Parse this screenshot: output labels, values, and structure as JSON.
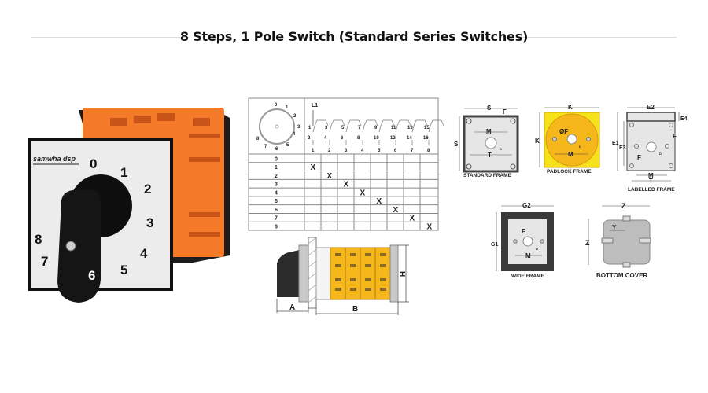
{
  "title": "8 Steps, 1 Pole Switch (Standard Series Switches)",
  "switch_photo": {
    "brand": "samwha dsp",
    "dial_numbers": [
      "0",
      "1",
      "2",
      "3",
      "4",
      "5",
      "6",
      "7",
      "8"
    ]
  },
  "contact_diagram": {
    "line_label": "L1",
    "dial_positions": [
      "0",
      "1",
      "2",
      "3",
      "4",
      "5",
      "6",
      "7",
      "8"
    ],
    "contacts_top": [
      "1",
      "3",
      "5",
      "7",
      "9",
      "11",
      "13",
      "15"
    ],
    "contacts_bottom": [
      "2",
      "4",
      "6",
      "8",
      "10",
      "12",
      "14",
      "16"
    ],
    "column_numbers": [
      "1",
      "2",
      "3",
      "4",
      "5",
      "6",
      "7",
      "8"
    ],
    "row_labels": [
      "0",
      "1",
      "2",
      "3",
      "4",
      "5",
      "6",
      "7",
      "8"
    ],
    "closed_mark": "X",
    "closed_contacts": [
      null,
      1,
      2,
      3,
      4,
      5,
      6,
      7,
      8
    ]
  },
  "side_dimensions": {
    "a": "A",
    "b": "B",
    "h": "H"
  },
  "frames": {
    "standard": {
      "label": "STANDARD FRAME",
      "s": "S",
      "f": "F",
      "m": "M",
      "t": "T",
      "d": "D"
    },
    "padlock": {
      "label": "PADLOCK FRAME",
      "k": "K",
      "of": "ØF",
      "m": "M",
      "d": "D"
    },
    "labelled": {
      "label": "LABELLED FRAME",
      "e1": "E1",
      "e2": "E2",
      "e3": "E3",
      "e4": "E4",
      "f": "F",
      "m": "M",
      "t": "T",
      "d": "D"
    },
    "wide": {
      "label": "WIDE FRAME",
      "g1": "G1",
      "g2": "G2",
      "f": "F",
      "m": "M",
      "d": "D"
    },
    "bottom_cover": {
      "label": "BOTTOM COVER",
      "z": "Z",
      "y": "Y"
    }
  },
  "colors": {
    "orange": "#f47a2a",
    "yellow": "#f6b71b",
    "padlock_bg": "#f5e21a",
    "frame_dark": "#3a3a3a"
  }
}
